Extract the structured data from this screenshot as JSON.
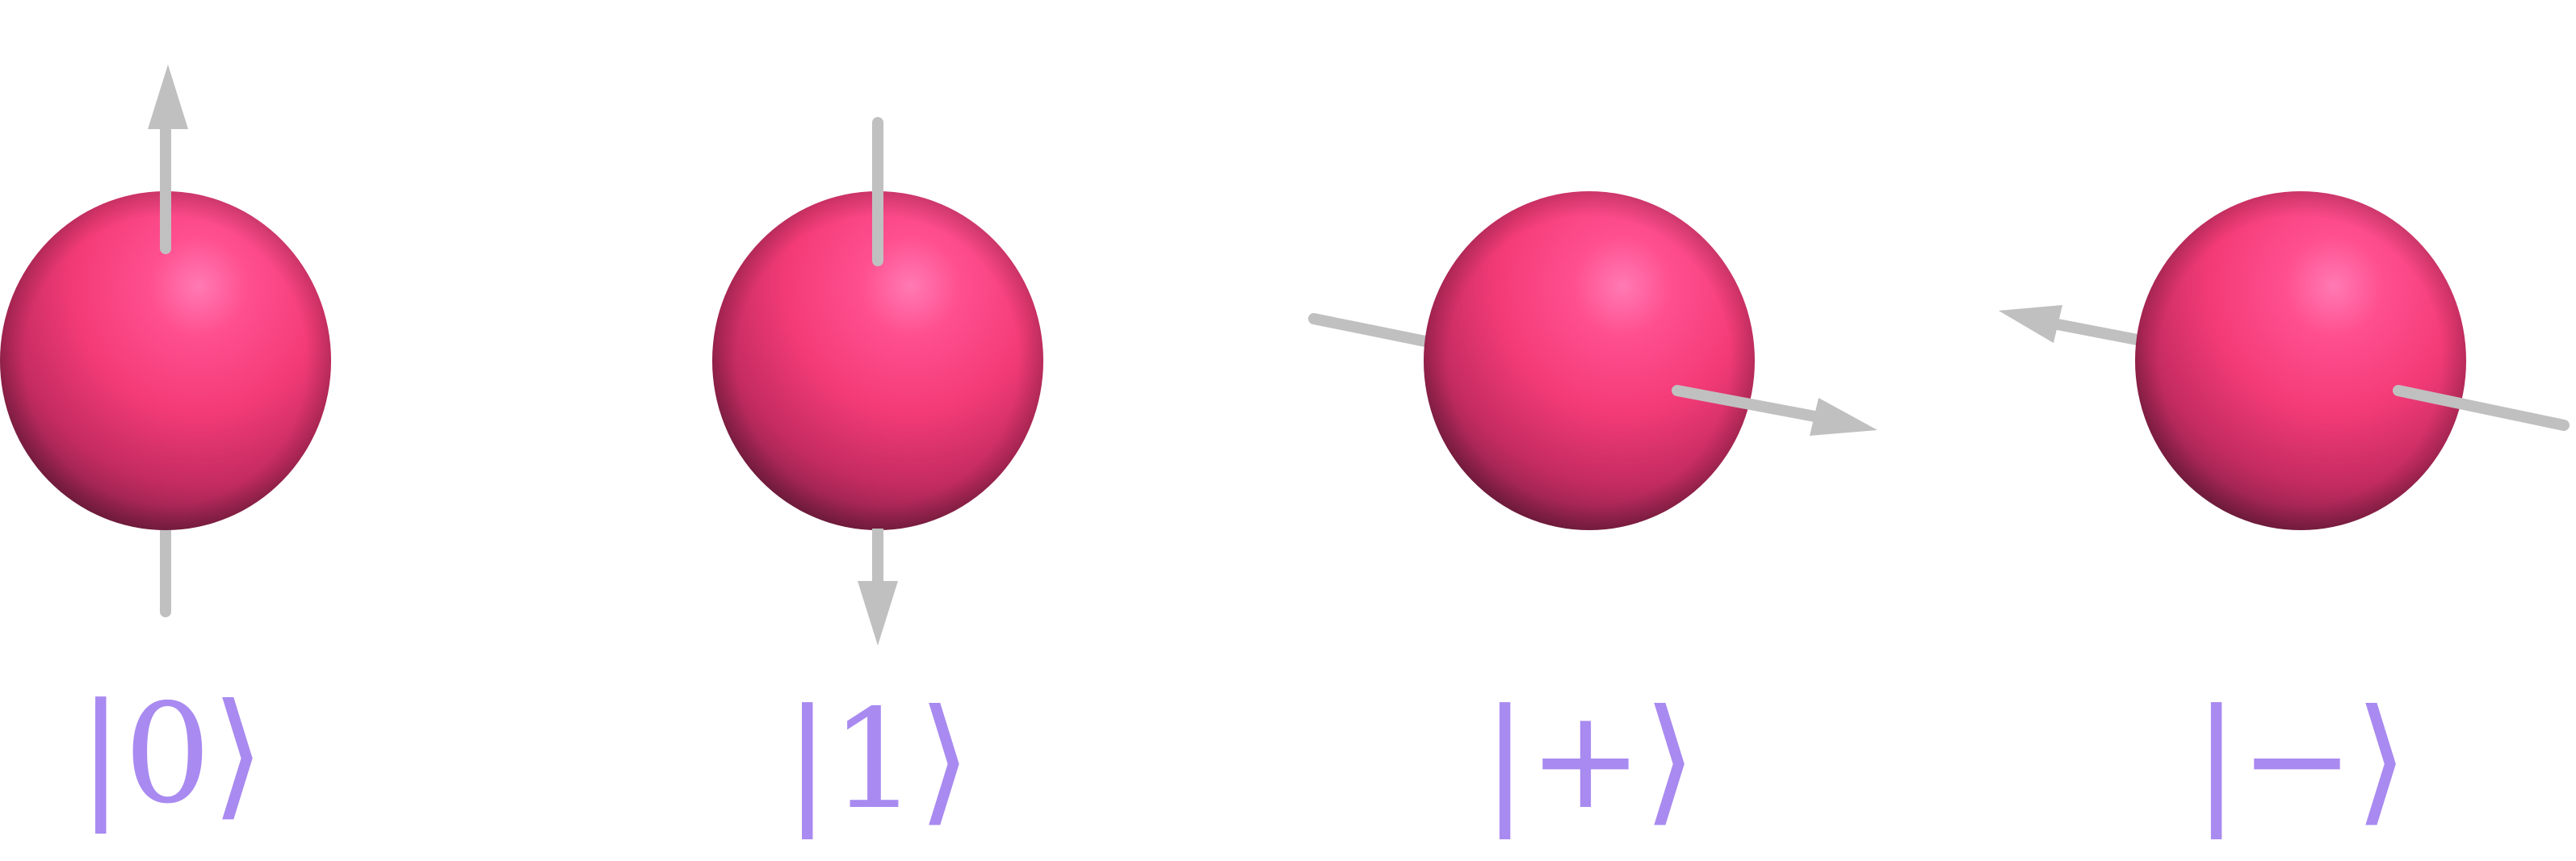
{
  "colors": {
    "sphere_base": "#ff3d7f",
    "sphere_highlight": "#ff7ab3",
    "sphere_shadow": "#6e1a3c",
    "arrow": "#c0c0c0",
    "label": "#a98af0",
    "background": "#ffffff"
  },
  "states": [
    {
      "id": "zero",
      "ket_symbol": "0",
      "spin_direction": "up"
    },
    {
      "id": "one",
      "ket_symbol": "1",
      "spin_direction": "down"
    },
    {
      "id": "plus",
      "ket_symbol": "+",
      "spin_direction": "right"
    },
    {
      "id": "minus",
      "ket_symbol": "−",
      "spin_direction": "left"
    }
  ]
}
